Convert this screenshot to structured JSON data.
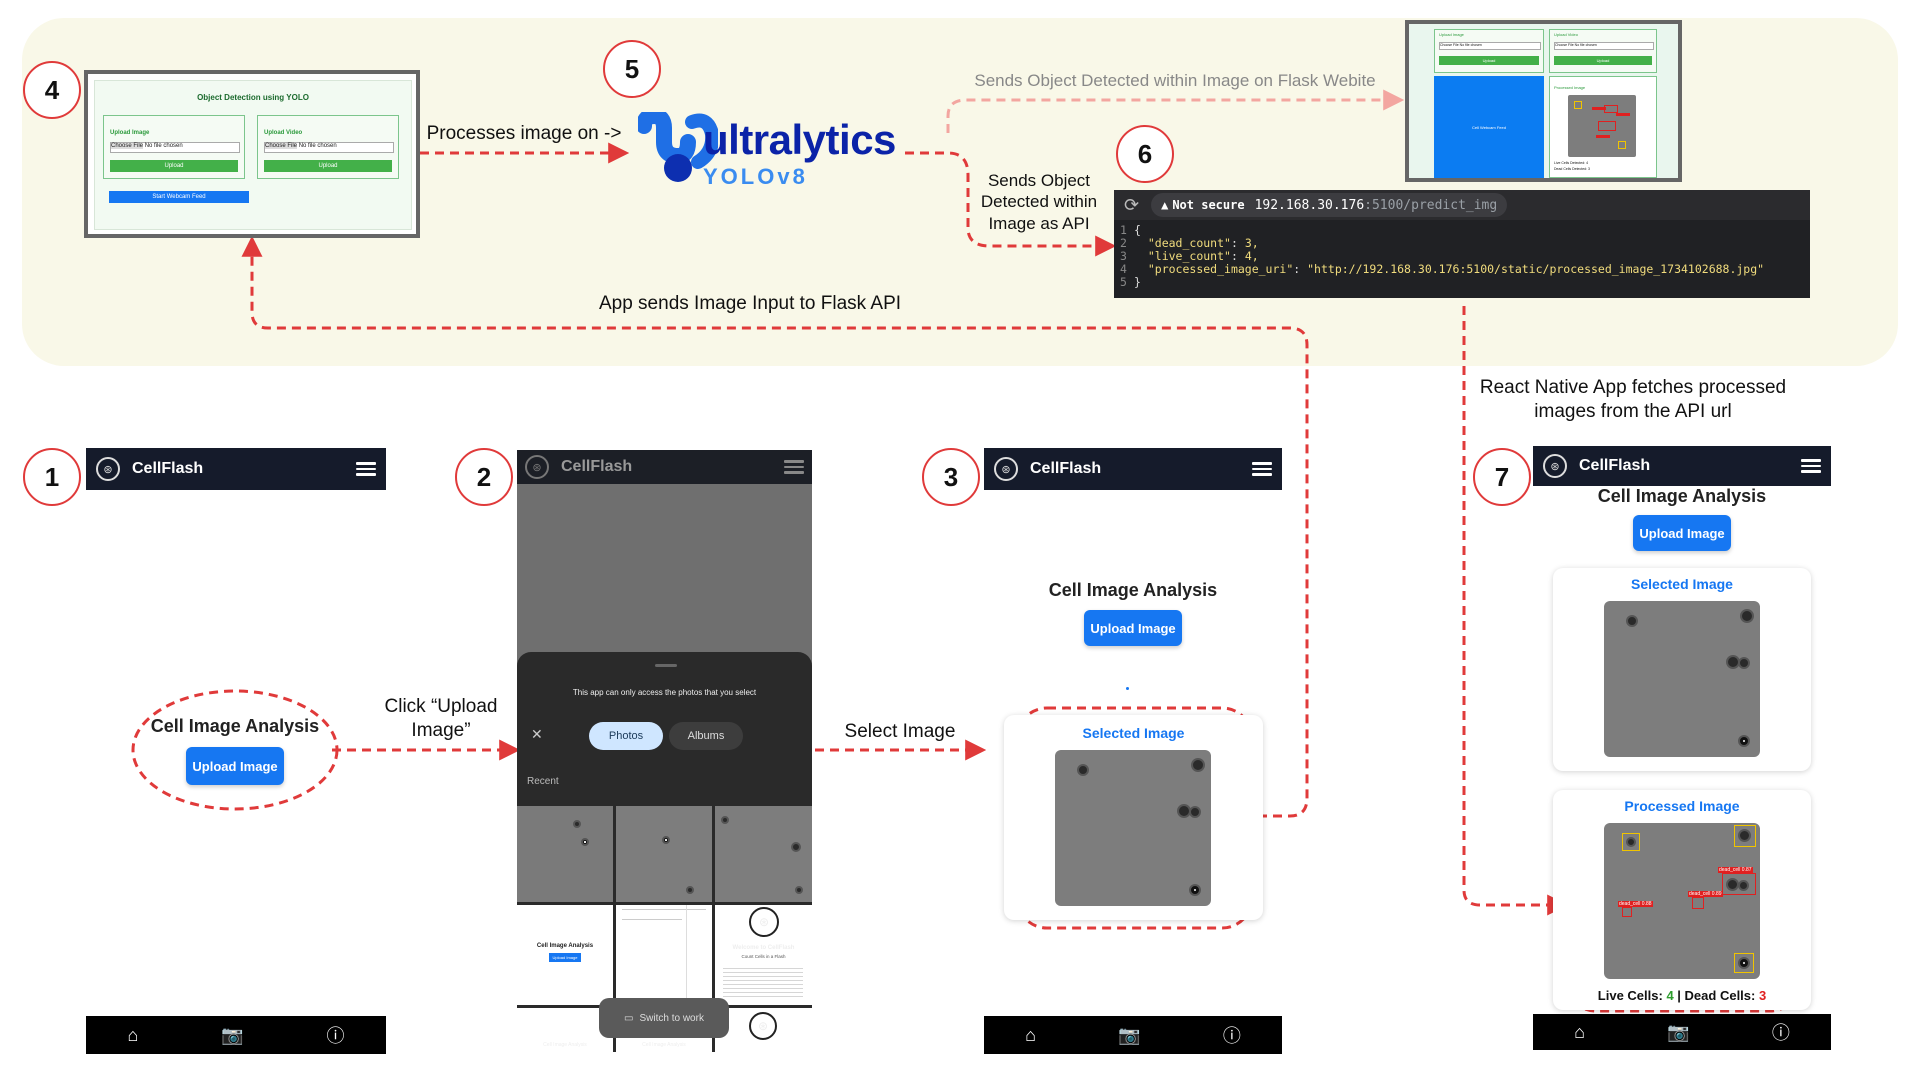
{
  "steps": [
    "1",
    "2",
    "3",
    "4",
    "5",
    "6",
    "7"
  ],
  "captions": {
    "processes": "Processes image on ->",
    "sends_flask": "Sends Object Detected within Image on Flask Webite",
    "sends_api": "Sends Object Detected within Image as API",
    "app_sends": "App sends Image Input to Flask API",
    "react_fetch": "React Native App fetches processed images from the API url",
    "click_upload": "Click “Upload Image”",
    "select_image": "Select Image"
  },
  "ultralytics": {
    "brand": "ultralytics",
    "model": "YOLOv8"
  },
  "flask_page": {
    "title": "Object Detection using YOLO",
    "upload_image": "Upload Image",
    "upload_video": "Upload Video",
    "choose_file": "Choose File",
    "no_file": "No file chosen",
    "upload_btn": "Upload",
    "webcam_btn": "Start Webcam Feed",
    "processed_label": "Processed Image",
    "cam_label": "Cell Webcam Feed",
    "live_line": "Live Cells Detected: 4",
    "dead_line": "Dead Cells Detected: 3"
  },
  "browser": {
    "not_secure": "Not secure",
    "url_host": "192.168.30.176",
    "url_path": ":5100/predict_img"
  },
  "json_lines": [
    {
      "n": "1",
      "text": "{"
    },
    {
      "n": "2",
      "key": "\"dead_count\"",
      "val": "3,"
    },
    {
      "n": "3",
      "key": "\"live_count\"",
      "val": "4,"
    },
    {
      "n": "4",
      "key": "\"processed_image_uri\"",
      "val": "\"http://192.168.30.176:5100/static/processed_image_1734102688.jpg\""
    },
    {
      "n": "5",
      "text": "}"
    }
  ],
  "app": {
    "name": "CellFlash",
    "heading": "Cell Image Analysis",
    "upload_btn": "Upload Image",
    "selected": "Selected Image",
    "processed": "Processed Image",
    "live_label": "Live Cells: ",
    "live_val": "4",
    "sep": " | ",
    "dead_label": "Dead Cells: ",
    "dead_val": "3"
  },
  "picker": {
    "notice": "This app can only access the photos that you select",
    "photos": "Photos",
    "albums": "Albums",
    "recent": "Recent",
    "switch": "Switch to work",
    "welcome": "Welcome to CellFlash",
    "welcome_sub": "Count Cells in a Flash",
    "heading_small": "Cell Image Analysis",
    "upload_small": "Upload Image"
  },
  "bbox_labels": [
    "dead_cell 0.87",
    "dead_cell 0.89",
    "dead_cell 0.88"
  ],
  "colors": {
    "accent_red": "#e03a3a",
    "brand_blue": "#1677f2",
    "header_dark": "#151b2b",
    "live_green": "#2e9d2e",
    "dead_red": "#e02020"
  }
}
